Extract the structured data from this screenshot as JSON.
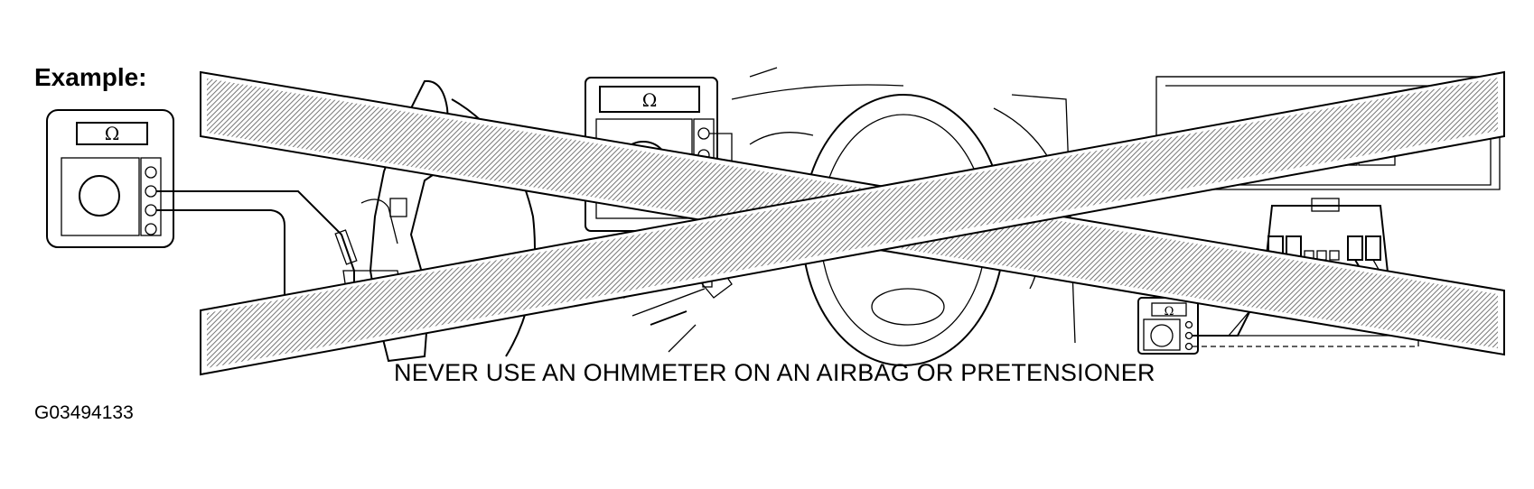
{
  "labels": {
    "example": "Example:",
    "warning": "NEVER USE AN OHMMETER ON AN AIRBAG OR PRETENSIONER",
    "figure_code": "G03494133"
  },
  "meters": {
    "symbol": "Ω"
  },
  "icons": {
    "prohibited_cross": "x-cross-icon",
    "ohmmeter": "ohmmeter-icon",
    "airbag_module": "airbag-module-icon",
    "steering_wheel": "steering-wheel-icon",
    "seat_belt_pretensioner": "pretensioner-icon",
    "connector": "connector-icon"
  },
  "colors": {
    "line": "#000000",
    "background": "#ffffff",
    "cross_hatch": "#777777"
  }
}
